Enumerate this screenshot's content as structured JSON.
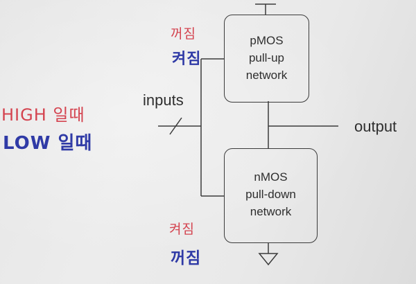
{
  "diagram": {
    "pmos_block": {
      "line1": "pMOS",
      "line2": "pull-up",
      "line3": "network"
    },
    "nmos_block": {
      "line1": "nMOS",
      "line2": "pull-down",
      "line3": "network"
    },
    "inputs_label": "inputs",
    "output_label": "output"
  },
  "annotations": {
    "high_case": "HIGH 일때",
    "low_case": "LOW 일때",
    "pmos_when_high": "꺼짐",
    "pmos_when_low": "켜짐",
    "nmos_when_high": "켜짐",
    "nmos_when_low": "꺼짐"
  },
  "colors": {
    "ink": "#2e2e2e",
    "red_pen": "#d4434f",
    "blue_pen": "#2f3aa6"
  }
}
